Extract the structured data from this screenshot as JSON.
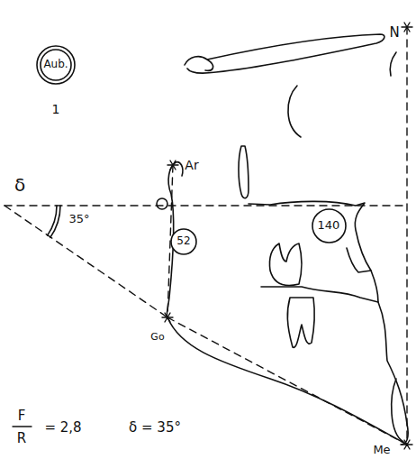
{
  "diagram": {
    "nodes": [
      {
        "text": [
          "Aub."
        ]
      },
      {
        "text": [
          "140"
        ]
      },
      {
        "text": [
          "52"
        ]
      }
    ],
    "labels": [
      "N",
      "1",
      "δ",
      "Ar",
      "35°",
      "Go",
      "F",
      "R",
      "= 2,8",
      "δ = 35°",
      "Me"
    ]
  }
}
